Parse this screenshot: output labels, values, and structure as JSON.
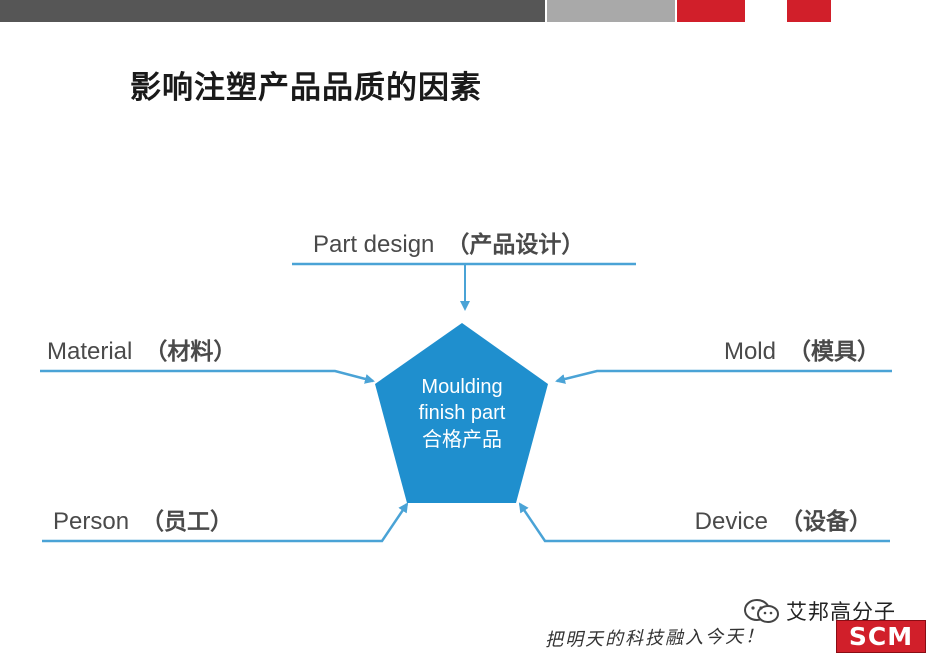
{
  "title": "影响注塑产品品质的因素",
  "factors": {
    "part_design": {
      "en": "Part design",
      "zh": "（产品设计）"
    },
    "material": {
      "en": "Material",
      "zh": "（材料）"
    },
    "mold": {
      "en": "Mold",
      "zh": "（模具）"
    },
    "person": {
      "en": "Person",
      "zh": "（员工）"
    },
    "device": {
      "en": "Device",
      "zh": "（设备）"
    }
  },
  "center": {
    "line1": "Moulding",
    "line2": "finish part",
    "line3": "合格产品"
  },
  "footer": {
    "brand": "艾邦高分子",
    "slogan": "把明天的科技融入今天！",
    "logo": "SCM"
  },
  "colors": {
    "accent_blue": "#1f8fce",
    "line_blue": "#4aa3d6",
    "brand_red": "#d11f2a",
    "dark_bar": "#565656",
    "grey_bar": "#a9a9a9"
  }
}
